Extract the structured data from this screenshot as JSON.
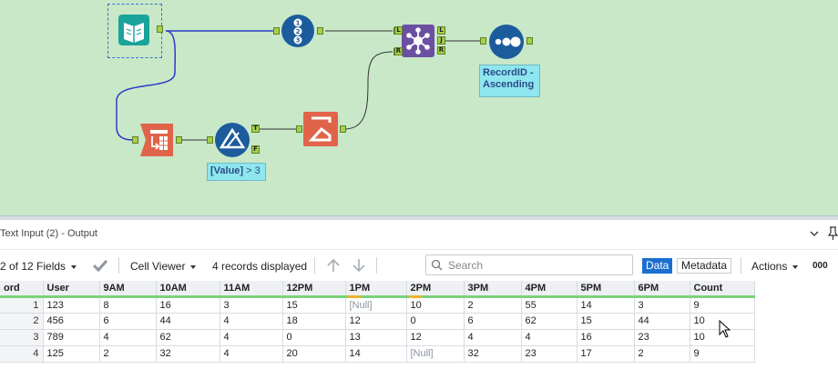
{
  "canvas": {
    "annotations": {
      "filter": {
        "field": "[Value]",
        "op": " > 3"
      },
      "sort": "RecordID - Ascending"
    },
    "anchor_labels": {
      "true": "T",
      "false": "F",
      "left": "L",
      "join": "J",
      "right": "R"
    },
    "icons": [
      "text-input-icon",
      "record-id-icon",
      "transpose-icon",
      "filter-icon",
      "summarize-icon",
      "join-icon",
      "sort-icon"
    ],
    "colors": {
      "canvas_bg": "#c8e8c8",
      "text_input": "#1aa39a",
      "record_id": "#1c5c9c",
      "transpose": "#e0644a",
      "filter": "#1c5c9c",
      "summarize": "#e0644a",
      "join": "#6b4fa3",
      "sort": "#1c5c9c",
      "connection": "#2a3cc8"
    }
  },
  "results": {
    "title": "Text Input (2) - Output",
    "fields_label": "2 of 12 Fields",
    "viewer_label": "Cell Viewer",
    "records_label": "4 records displayed",
    "search_placeholder": "Search",
    "data_tab": "Data",
    "metadata_tab": "Metadata",
    "actions_label": "Actions",
    "more_label": "000"
  },
  "table": {
    "headers": [
      "ord",
      "User",
      "9AM",
      "10AM",
      "11AM",
      "12PM",
      "1PM",
      "2PM",
      "3PM",
      "4PM",
      "5PM",
      "6PM",
      "Count"
    ],
    "rows": [
      [
        "1",
        "123",
        "8",
        "16",
        "3",
        "15",
        "[Null]",
        "10",
        "2",
        "55",
        "14",
        "3",
        "9"
      ],
      [
        "2",
        "456",
        "6",
        "44",
        "4",
        "18",
        "12",
        "0",
        "6",
        "62",
        "15",
        "44",
        "10"
      ],
      [
        "3",
        "789",
        "4",
        "62",
        "4",
        "0",
        "13",
        "12",
        "4",
        "4",
        "16",
        "23",
        "10"
      ],
      [
        "4",
        "125",
        "2",
        "32",
        "4",
        "20",
        "14",
        "[Null]",
        "32",
        "23",
        "17",
        "2",
        "9"
      ]
    ]
  }
}
